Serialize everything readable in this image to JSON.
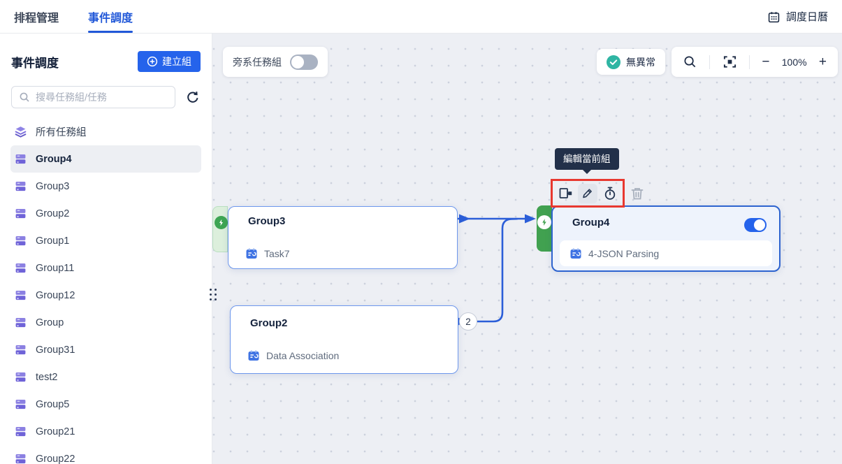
{
  "nav": {
    "tabs": [
      {
        "label": "排程管理"
      },
      {
        "label": "事件調度"
      }
    ],
    "calendar_button": "調度日曆"
  },
  "sidebar": {
    "title": "事件調度",
    "create_button": "建立組",
    "search_placeholder": "搜尋任務組/任務",
    "all_groups_label": "所有任務組",
    "groups": [
      {
        "label": "Group4",
        "selected": true
      },
      {
        "label": "Group3"
      },
      {
        "label": "Group2"
      },
      {
        "label": "Group1"
      },
      {
        "label": "Group11"
      },
      {
        "label": "Group12"
      },
      {
        "label": "Group"
      },
      {
        "label": "Group31"
      },
      {
        "label": "test2"
      },
      {
        "label": "Group5"
      },
      {
        "label": "Group21"
      },
      {
        "label": "Group22"
      }
    ]
  },
  "canvas": {
    "sibling_toggle_label": "旁系任務組",
    "sibling_toggle_on": false,
    "status_label": "無異常",
    "zoom_out": "−",
    "zoom_level": "100%",
    "zoom_in": "+",
    "tooltip": "編輯當前組",
    "edge_badge": "2",
    "nodes": {
      "group3": {
        "title": "Group3",
        "task": "Task7"
      },
      "group2": {
        "title": "Group2",
        "task": "Data Association"
      },
      "group4": {
        "title": "Group4",
        "task": "4-JSON Parsing",
        "toggle_on": true
      }
    }
  },
  "colors": {
    "accent": "#2563eb",
    "edge": "#2b5ed8",
    "green": "#3da553",
    "teal": "#2fb5a3",
    "danger": "#e8382f"
  }
}
